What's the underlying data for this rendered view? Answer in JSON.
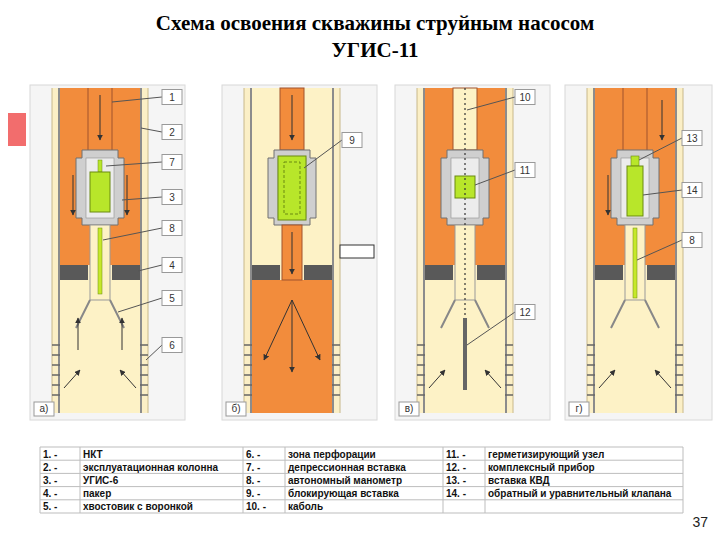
{
  "diagram": {
    "title": "Схема освоения скважины струйным насосом УГИС-11",
    "labels": [
      "1",
      "2",
      "7",
      "3",
      "8",
      "4",
      "5",
      "6",
      "9",
      "10",
      "11",
      "12",
      "13",
      "14",
      "8",
      "а)",
      "б)",
      "в)",
      "г)",
      "1. -",
      "НКТ",
      "6. -",
      "зона перфорации",
      "11. -",
      "герметизирующий узел",
      "2. -",
      "эксплуатационная колонна",
      "7. -",
      "депрессионная вставка",
      "12. -",
      "комплексный прибор",
      "3. -",
      "УГИС-6",
      "8. -",
      "автономный манометр",
      "13. -",
      "вставка КВД",
      "4. -",
      "пакер",
      "9. -",
      "блокирующая вставка",
      "14. -",
      "обратный и уравнительный клапана",
      "5. -",
      "хвостовик с воронкой",
      "10. -",
      "каболь",
      "37"
    ]
  }
}
